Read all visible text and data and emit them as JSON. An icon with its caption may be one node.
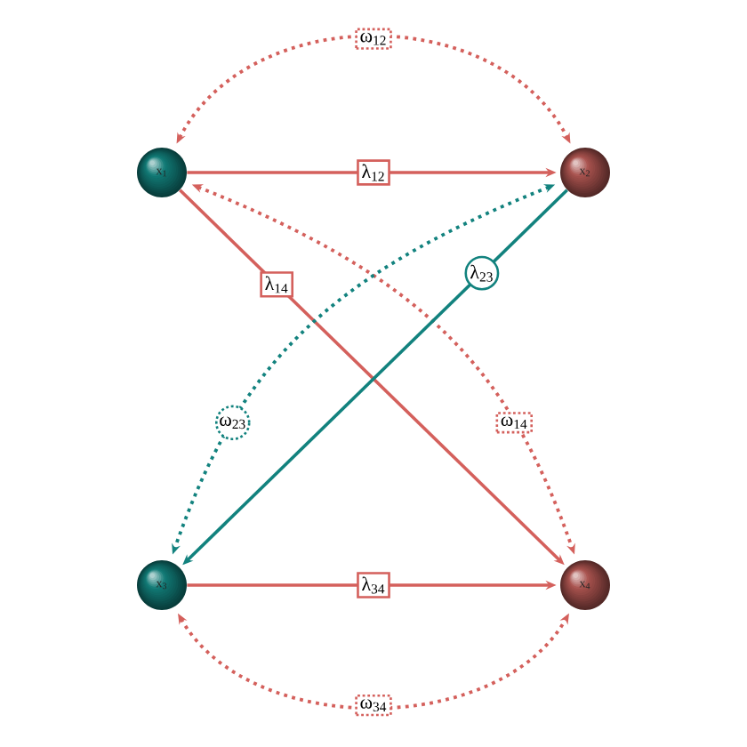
{
  "diagram": {
    "nodes": [
      {
        "text": [
          "x$_{1}$"
        ]
      },
      {
        "text": [
          "x$_{2}$"
        ]
      },
      {
        "text": [
          "x$_{3}$"
        ]
      },
      {
        "text": [
          "x$_{4}$"
        ]
      }
    ],
    "edges": [
      {
        "from": 0,
        "to": 1,
        "arrow": "both",
        "label": "ω$_{12}$",
        "style": "dashed"
      },
      {
        "from": 0,
        "to": 1,
        "arrow": "to",
        "label": "λ$_{12}$"
      },
      {
        "from": 0,
        "to": 3,
        "arrow": "to",
        "label": "λ$_{14}$"
      },
      {
        "from": 0,
        "to": 3,
        "arrow": "both",
        "label": "ω$_{14}$",
        "style": "dashed"
      },
      {
        "from": 1,
        "to": 2,
        "arrow": "to",
        "label": "λ$_{23}$",
        "color": "#12827e"
      },
      {
        "from": 1,
        "to": 2,
        "arrow": "both",
        "label": "ω$_{23}$",
        "style": "dashed",
        "color": "#12827e"
      },
      {
        "from": 2,
        "to": 3,
        "arrow": "to",
        "label": "λ$_{34}$"
      },
      {
        "from": 2,
        "to": 3,
        "arrow": "both",
        "label": "ω$_{34}$",
        "style": "dashed"
      }
    ]
  }
}
